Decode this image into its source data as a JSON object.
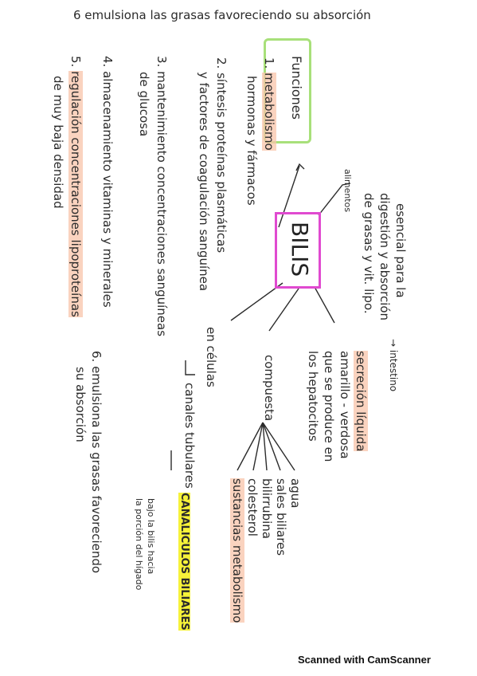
{
  "header": {
    "line": "6 emulsiona las grasas favoreciendo su absorción"
  },
  "center": {
    "title": "BILIS"
  },
  "funciones": {
    "title": "Funciones",
    "items": [
      {
        "number": "1.",
        "text": "metabolismo",
        "line2": "hormonas y fármacos"
      },
      {
        "number": "2.",
        "text": "síntesis proteínas plasmáticas",
        "line2": "y factores de coagulación sanguínea"
      },
      {
        "number": "3.",
        "text": "mantenimiento concentraciones sanguíneas",
        "line2": "de glucosa"
      },
      {
        "number": "4.",
        "text": "almacenamiento vitaminas y minerales",
        "line2": ""
      },
      {
        "number": "5.",
        "text": "regulación concentraciones lipoproteínas",
        "line2": "de muy baja densidad"
      }
    ]
  },
  "right_branch": {
    "line1": "esencial para la",
    "line2": "digestión y absorción",
    "line3": "de grasas y vit. lipo.",
    "aside": "alimentos",
    "arrow_note": "→ intestino"
  },
  "secrecion": {
    "line1": "secreción líquida",
    "line2": "amarillo - verdosa",
    "line3": "que se produce en",
    "line4": "los hepatocitos"
  },
  "compuesta": {
    "title": "compuesta",
    "items": [
      "agua",
      "sales biliares",
      "bilirrubina",
      "colesterol",
      "sustancias metabolismo"
    ]
  },
  "celulas": {
    "title": "en células",
    "sub": "canales tubulares",
    "highlight": "CANALICULOS BILIARES",
    "note1": "bajo la bilis hacia",
    "note2": "la porción del hígado"
  },
  "item6": {
    "line1": "6. emulsiona las grasas favoreciendo",
    "line2": "su absorción"
  },
  "footer": {
    "text": "Scanned with CamScanner"
  }
}
